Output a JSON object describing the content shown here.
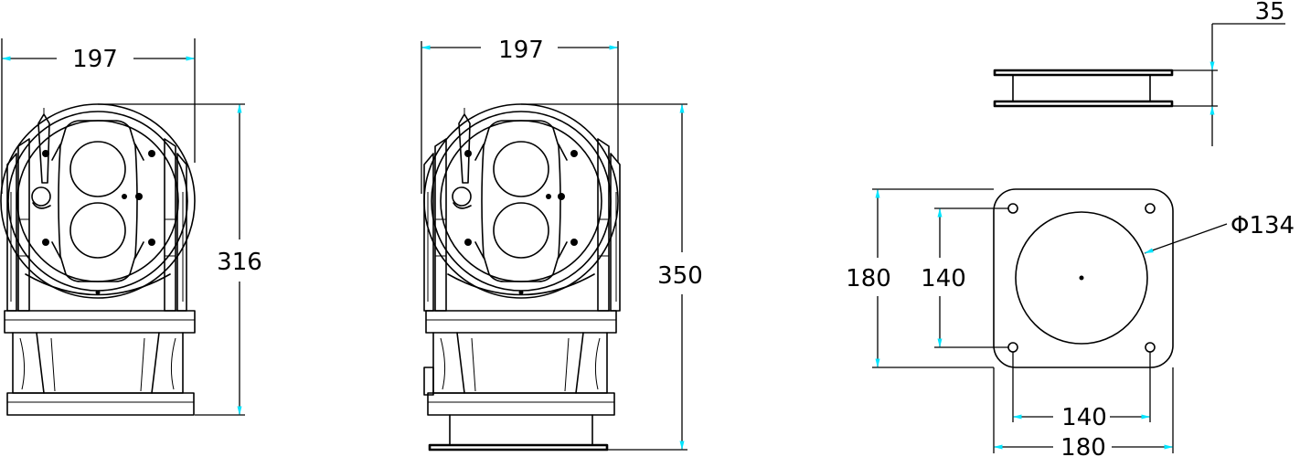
{
  "views": {
    "front": {
      "width_label": "197",
      "height_label": "316"
    },
    "side": {
      "width_label": "197",
      "height_label": "350"
    },
    "plate_side": {
      "thickness_label": "35"
    },
    "plate_top": {
      "outer_vertical_label": "180",
      "hole_vertical_label": "140",
      "diameter_label": "Φ134",
      "hole_horizontal_label": "140",
      "outer_horizontal_label": "180"
    }
  },
  "colors": {
    "line": "#000000",
    "dimension_arrow": "#00e5ff",
    "background": "#ffffff"
  }
}
